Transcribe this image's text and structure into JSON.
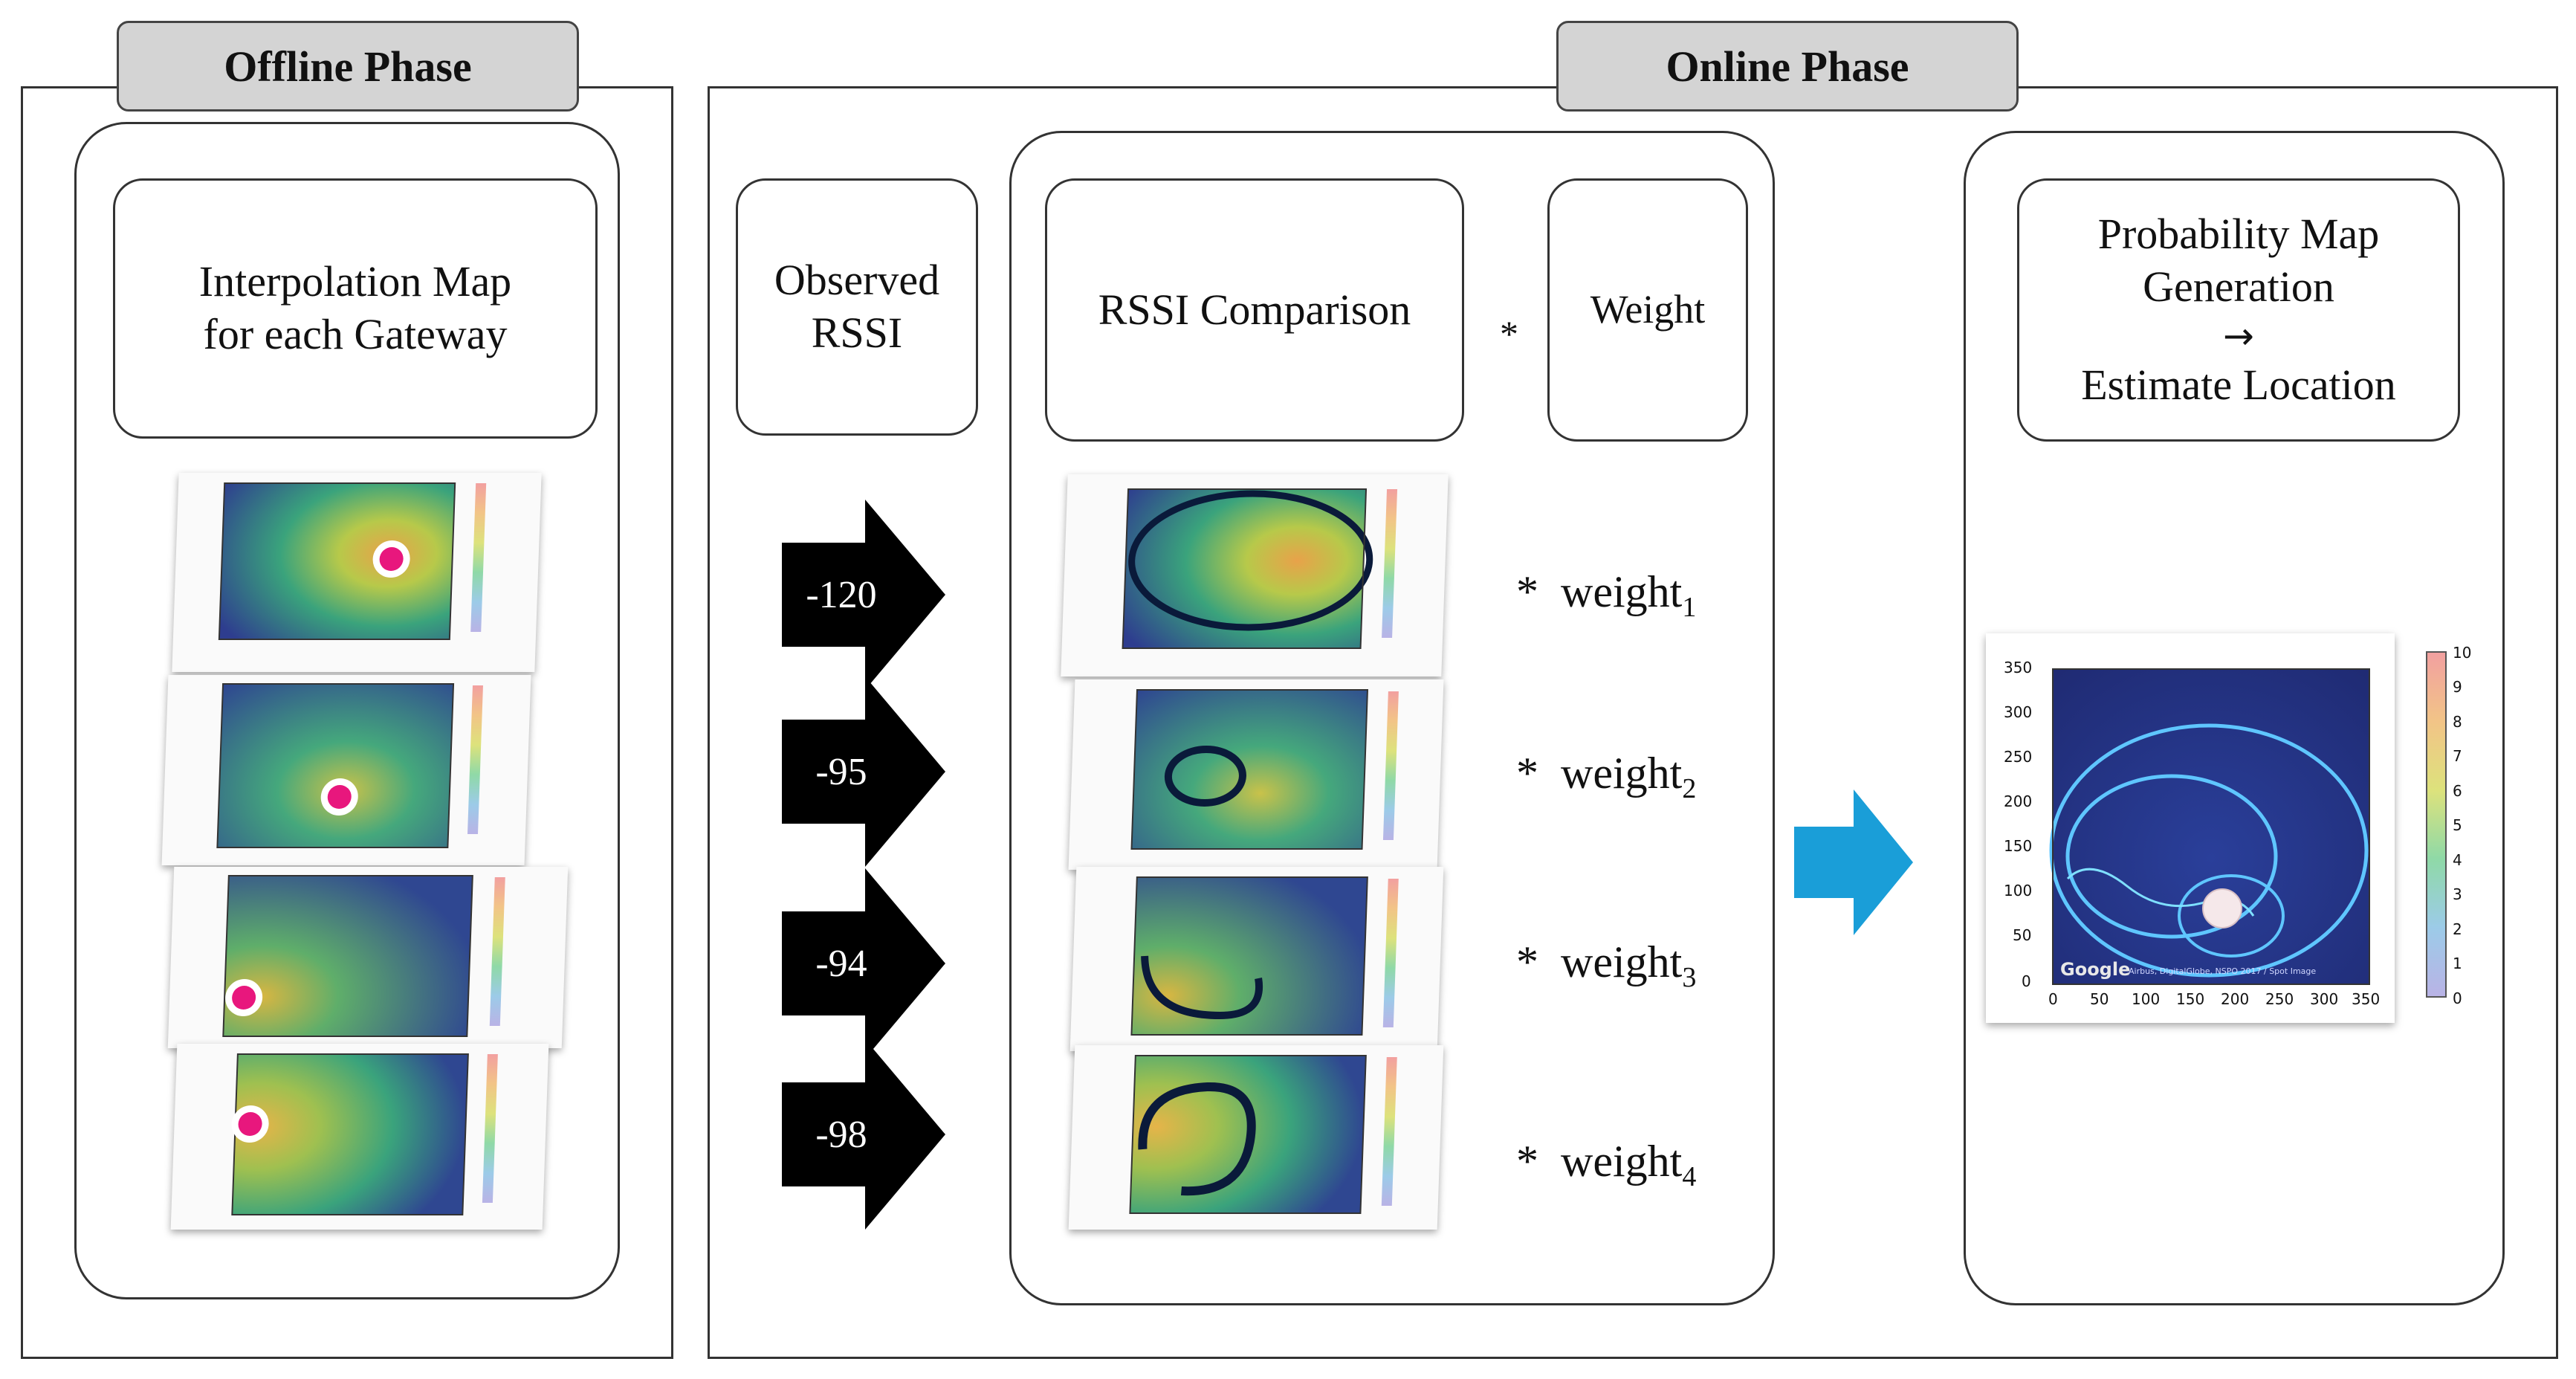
{
  "offline": {
    "tab_label": "Offline Phase",
    "title_line1": "Interpolation Map",
    "title_line2": "for each Gateway"
  },
  "online": {
    "tab_label": "Online Phase",
    "observed_line1": "Observed",
    "observed_line2": "RSSI",
    "comparison_label": "RSSI Comparison",
    "multiply_symbol": "*",
    "weight_label": "Weight",
    "arrows": [
      {
        "value": "-120"
      },
      {
        "value": "-95"
      },
      {
        "value": "-94"
      },
      {
        "value": "-98"
      }
    ],
    "weights": [
      {
        "star": "*",
        "base": "weight",
        "sub": "1"
      },
      {
        "star": "*",
        "base": "weight",
        "sub": "2"
      },
      {
        "star": "*",
        "base": "weight",
        "sub": "3"
      },
      {
        "star": "*",
        "base": "weight",
        "sub": "4"
      }
    ],
    "probability": {
      "line1": "Probability  Map",
      "line2": "Generation",
      "arrow": "→",
      "line3": "Estimate Location"
    }
  },
  "probability_map": {
    "y_ticks": [
      "350",
      "300",
      "250",
      "200",
      "150",
      "100",
      "50",
      "0"
    ],
    "x_ticks": [
      "0",
      "50",
      "100",
      "150",
      "200",
      "250",
      "300",
      "350"
    ],
    "colorbar_ticks": [
      "10",
      "9",
      "8",
      "7",
      "6",
      "5",
      "4",
      "3",
      "2",
      "1",
      "0"
    ],
    "watermark": "Google",
    "attribution": "Airbus, DigitalGlobe, NSPO 2017 / Spot Image"
  },
  "colors": {
    "tab_fill": "#d4d4d4",
    "dot_pink": "#e8177d",
    "flow_arrow": "#1a9ed8",
    "black_arrow": "#000000"
  }
}
